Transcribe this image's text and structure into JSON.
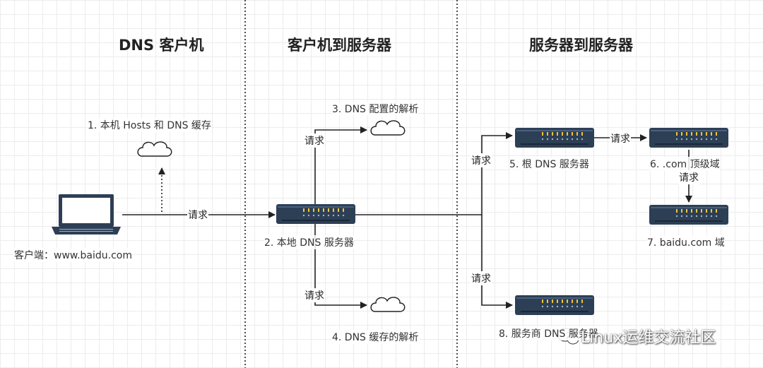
{
  "sections": {
    "dns_client": "DNS 客户机",
    "client_to_server": "客户机到服务器",
    "server_to_server": "服务器到服务器"
  },
  "nodes": {
    "client": "客户端：www.baidu.com",
    "local_cache": "1. 本机 Hosts 和 DNS 缓存",
    "local_dns": "2. 本地 DNS 服务器",
    "dns_config": "3. DNS 配置的解析",
    "dns_cache": "4. DNS 缓存的解析",
    "root_dns": "5. 根 DNS 服务器",
    "com_tld": "6. .com 顶级域",
    "baidu_domain": "7. baidu.com 域",
    "isp_dns": "8. 服务商 DNS 服务器"
  },
  "edge_label": "请求",
  "watermark": "Linux运维交流社区",
  "colors": {
    "server_body": "#2d3f55",
    "server_accent": "#f4c430",
    "line": "#222222"
  }
}
